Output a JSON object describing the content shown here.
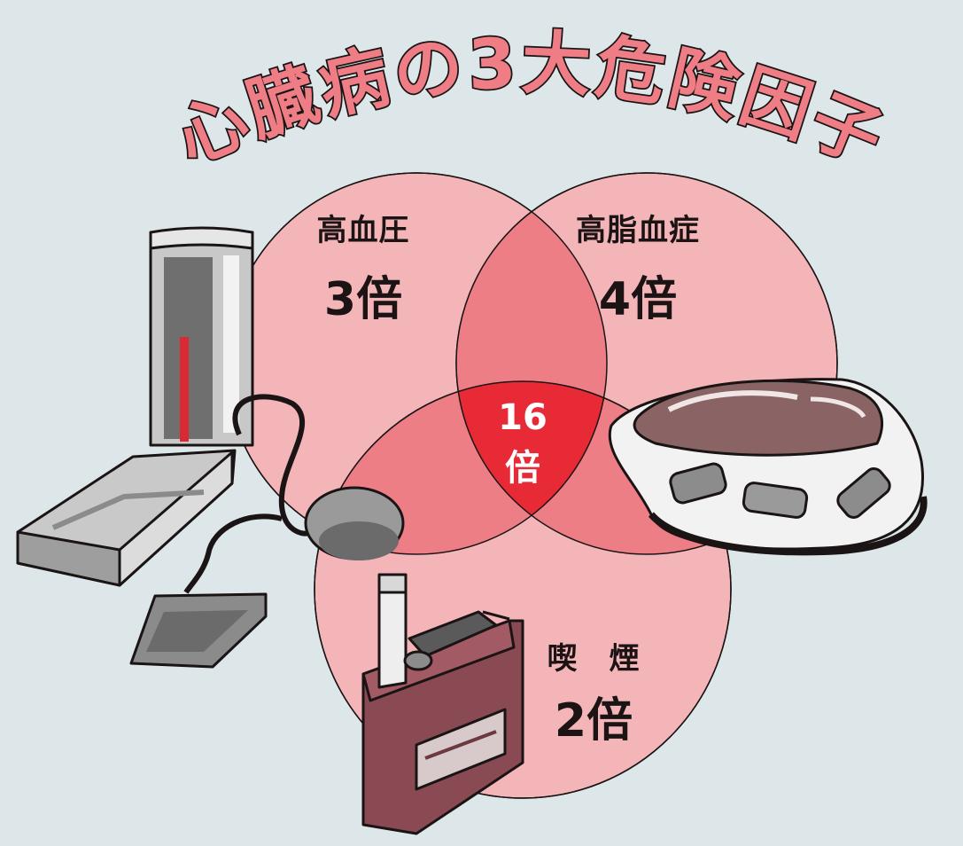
{
  "title": "心臓病の3大危険因子",
  "factors": [
    {
      "name": "高血圧",
      "multiplier": "3倍"
    },
    {
      "name": "高脂血症",
      "multiplier": "4倍"
    },
    {
      "name": "喫　煙",
      "multiplier": "2倍"
    }
  ],
  "center": {
    "value": "16",
    "unit": "倍"
  },
  "colors": {
    "background": "#dde7e9",
    "circle_fill": "#f4b5b8",
    "pair_overlap": "#ee7e86",
    "triple_overlap": "#e82a36",
    "title_fill": "#ef7d85",
    "outline": "#1a1414"
  },
  "illustrations": [
    "blood-pressure-monitor-icon",
    "meat-platter-icon",
    "cigarette-pack-icon"
  ]
}
